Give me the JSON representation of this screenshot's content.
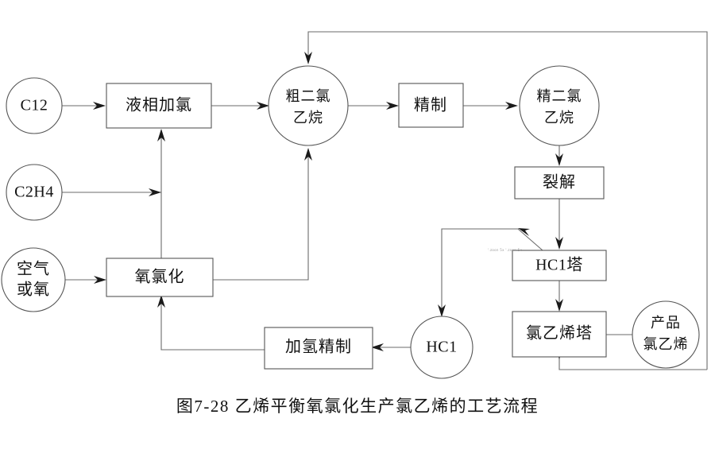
{
  "figure": {
    "caption": "图7-28  乙烯平衡氧氯化生产氯乙烯的工艺流程",
    "caption_number": "图7-28",
    "caption_title": "乙烯平衡氧氯化生产氯乙烯的工艺流程",
    "line_color": "#6b6b6b",
    "box_stroke_color": "#555555",
    "text_color": "#111111",
    "background": "#ffffff"
  },
  "nodes": {
    "cl2_feed": {
      "label": "C12",
      "shape": "circle"
    },
    "c2h4_feed": {
      "label": "C2H4",
      "shape": "circle"
    },
    "air_feed_line1": "空气",
    "air_feed_line2": "或氧",
    "liquid_chlorination": {
      "label": "液相加氯",
      "shape": "box"
    },
    "oxychlorination": {
      "label": "氧氯化",
      "shape": "box"
    },
    "crude_dce_line1": "粗二氯",
    "crude_dce_line2": "乙烷",
    "refining": {
      "label": "精制",
      "shape": "box"
    },
    "pure_dce_line1": "精二氯",
    "pure_dce_line2": "乙烷",
    "cracking": {
      "label": "裂解",
      "shape": "box"
    },
    "hcl_column": {
      "label": "HC1塔",
      "shape": "box"
    },
    "vcm_column": {
      "label": "氯乙烯塔",
      "shape": "box"
    },
    "product_line1": "产品",
    "product_line2": "氯乙烯",
    "hcl_node": {
      "label": "HC1",
      "shape": "circle"
    },
    "hydro_refining": {
      "label": "加氢精制",
      "shape": "box"
    },
    "artifact_note": "'.zoon  5x '.zoon 5x"
  }
}
